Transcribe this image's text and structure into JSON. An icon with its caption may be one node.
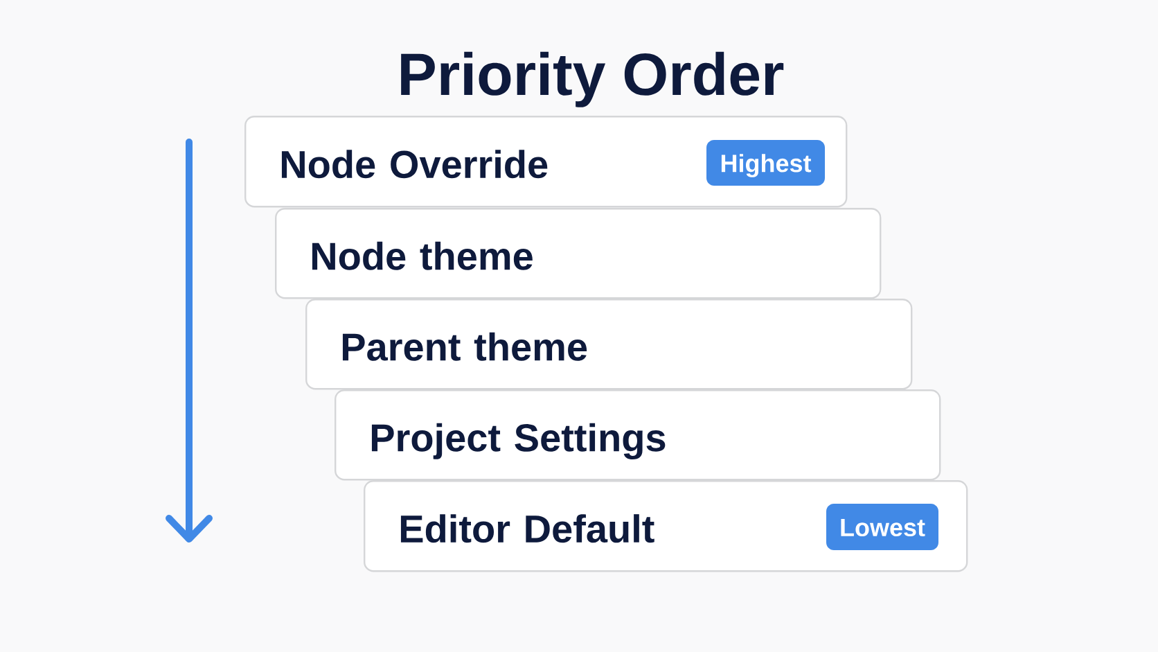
{
  "diagram": {
    "title": "Priority Order",
    "nodes": [
      {
        "text": [
          "Node Override"
        ]
      },
      {
        "text": [
          "Highest"
        ],
        "in": 0
      },
      {
        "text": [
          "Node theme"
        ]
      },
      {
        "text": [
          "Parent theme"
        ]
      },
      {
        "text": [
          "Project Settings"
        ]
      },
      {
        "text": [
          "Editor Default"
        ]
      },
      {
        "text": [
          "Lowest"
        ],
        "in": 5
      }
    ]
  }
}
